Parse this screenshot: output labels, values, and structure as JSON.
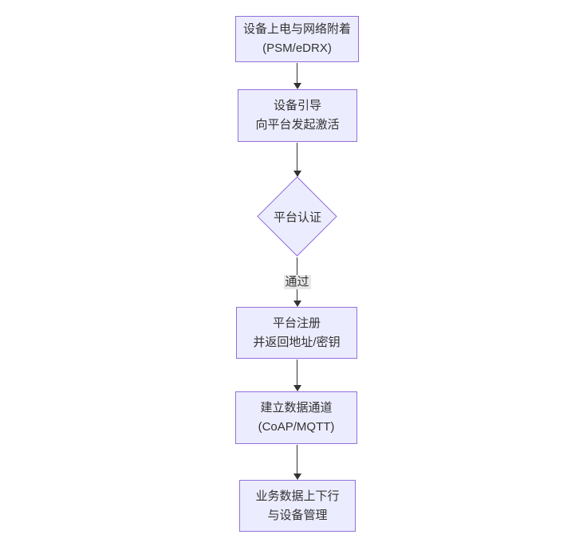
{
  "diagram": {
    "type": "flowchart",
    "direction": "top-down",
    "nodes": [
      {
        "id": "A",
        "shape": "rect",
        "lines": [
          "设备上电与网络附着",
          "(PSM/eDRX)"
        ]
      },
      {
        "id": "B",
        "shape": "rect",
        "lines": [
          "设备引导",
          "向平台发起激活"
        ]
      },
      {
        "id": "C",
        "shape": "diamond",
        "label": "平台认证"
      },
      {
        "id": "D",
        "shape": "rect",
        "lines": [
          "平台注册",
          "并返回地址/密钥"
        ]
      },
      {
        "id": "E",
        "shape": "rect",
        "lines": [
          "建立数据通道",
          "(CoAP/MQTT)"
        ]
      },
      {
        "id": "F",
        "shape": "rect",
        "lines": [
          "业务数据上下行",
          "与设备管理"
        ]
      }
    ],
    "edges": [
      {
        "from": "A",
        "to": "B",
        "label": ""
      },
      {
        "from": "B",
        "to": "C",
        "label": ""
      },
      {
        "from": "C",
        "to": "D",
        "label": "通过"
      },
      {
        "from": "D",
        "to": "E",
        "label": ""
      },
      {
        "from": "E",
        "to": "F",
        "label": ""
      }
    ],
    "colors": {
      "node_fill": "#ECECFF",
      "node_border": "#9370DB",
      "arrow": "#333333",
      "edge_label_bg": "#e8e8e8",
      "text": "#333333",
      "background": "#ffffff"
    }
  }
}
